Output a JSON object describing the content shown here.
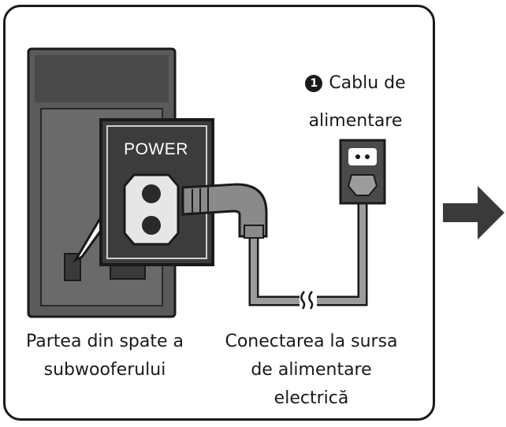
{
  "labels": {
    "power_port": "POWER",
    "cable_number": "1",
    "cable_line1": "Cablu de",
    "cable_line2": "alimentare",
    "back_line1": "Partea din spate a",
    "back_line2": "subwooferului",
    "connect_line1": "Conectarea la sursa",
    "connect_line2": "de alimentare",
    "connect_line3": "electrică"
  },
  "colors": {
    "device_body": "#5a5a5a",
    "panel_dark": "#3c3c3c",
    "cable": "#9c9c9c",
    "outline": "#1a1a1a"
  },
  "icons": [
    "arrow-right-icon",
    "wall-outlet-icon",
    "power-plug-icon",
    "cable-break-icon"
  ]
}
